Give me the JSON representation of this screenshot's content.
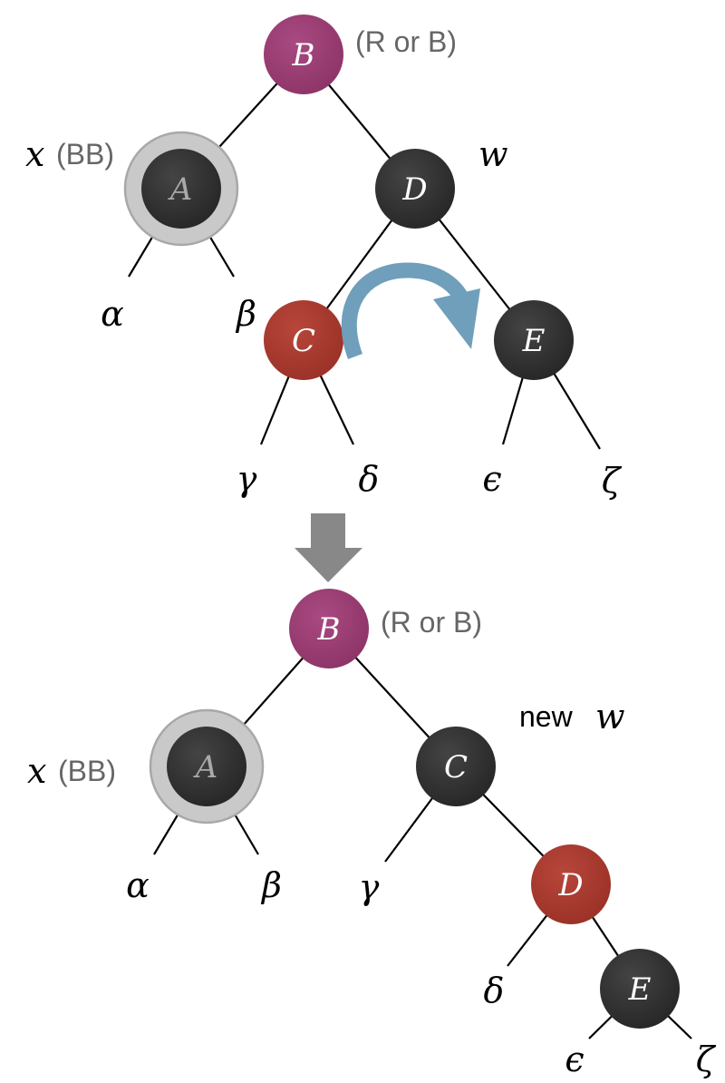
{
  "colors": {
    "black_node": "#2e2e2e",
    "red_node": "#a8392e",
    "purple_node": "#9b3d74",
    "light_label": "#ffffff",
    "dim_label": "#a9a9a9",
    "bb_ring": "#c9c9c9",
    "rotate_arrow": "#6f9fba",
    "transition_arrow": "#888888"
  },
  "icons": {
    "rotate": "curved-rotate-right-arrow",
    "transition": "down-arrow"
  },
  "before": {
    "node_b": {
      "label": "B",
      "color": "purple"
    },
    "node_b_note": "(R or B)",
    "node_a": {
      "label": "A",
      "color": "black"
    },
    "x_label": "x",
    "bb_note": "(BB)",
    "node_d": {
      "label": "D",
      "color": "black"
    },
    "w_label": "w",
    "node_c": {
      "label": "C",
      "color": "red"
    },
    "node_e": {
      "label": "E",
      "color": "black"
    },
    "leaves": {
      "alpha": "α",
      "beta": "β",
      "gamma": "γ",
      "delta": "δ",
      "epsilon": "ϵ",
      "zeta": "ζ"
    }
  },
  "after": {
    "node_b": {
      "label": "B",
      "color": "purple"
    },
    "node_b_note": "(R or B)",
    "node_a": {
      "label": "A",
      "color": "black"
    },
    "x_label": "x",
    "bb_note": "(BB)",
    "node_c": {
      "label": "C",
      "color": "black"
    },
    "new_w_text": "new",
    "w_label": "w",
    "node_d": {
      "label": "D",
      "color": "red"
    },
    "node_e": {
      "label": "E",
      "color": "black"
    },
    "leaves": {
      "alpha": "α",
      "beta": "β",
      "gamma": "γ",
      "delta": "δ",
      "epsilon": "ϵ",
      "zeta": "ζ"
    }
  }
}
